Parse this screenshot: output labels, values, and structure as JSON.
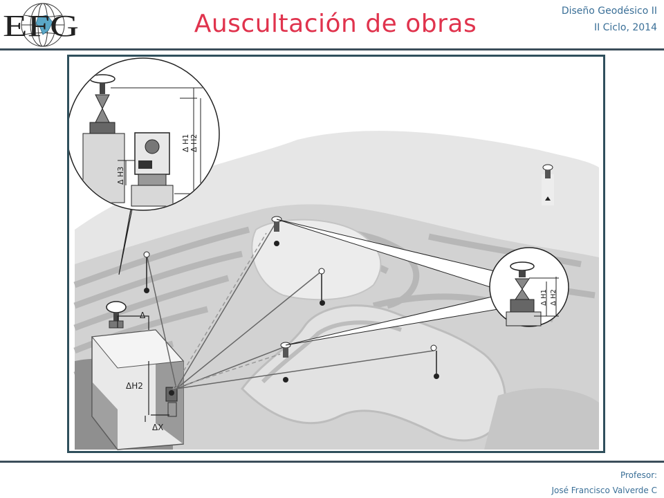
{
  "header": {
    "logo_text": "EFG",
    "title": "Auscultación de obras",
    "course_line1": "Diseño Geodésico II",
    "course_line2": "II Ciclo, 2014"
  },
  "figure": {
    "labels": {
      "dh1_top": "Δ H1",
      "dh2_top": "Δ H2",
      "dh3_top": "Δ H3",
      "dh1_right": "Δ H1",
      "dh2_right": "Δ H2",
      "delta": "Δ",
      "dh2_block": "ΔH2",
      "dx_block": "ΔX"
    }
  },
  "footer": {
    "professor_label": "Profesor:",
    "professor_name": "José Francisco Valverde C"
  }
}
